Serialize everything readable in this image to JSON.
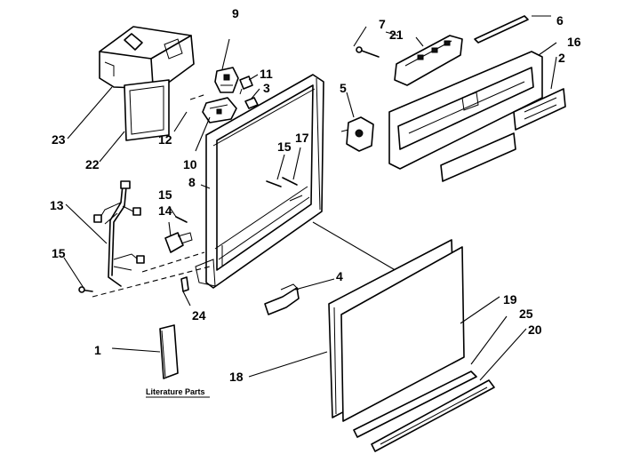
{
  "labels": {
    "l1": "1",
    "l2": "2",
    "l3": "3",
    "l4": "4",
    "l5": "5",
    "l6": "6",
    "l7": "7",
    "l8": "8",
    "l9": "9",
    "l10": "10",
    "l11": "11",
    "l12": "12",
    "l13": "13",
    "l14": "14",
    "l15a": "15",
    "l15b": "15",
    "l15c": "15",
    "l16": "16",
    "l17": "17",
    "l18": "18",
    "l19": "19",
    "l20": "20",
    "l21": "21",
    "l22": "22",
    "l23": "23",
    "l24": "24",
    "l25": "25"
  },
  "literature_caption": "Literature Parts"
}
